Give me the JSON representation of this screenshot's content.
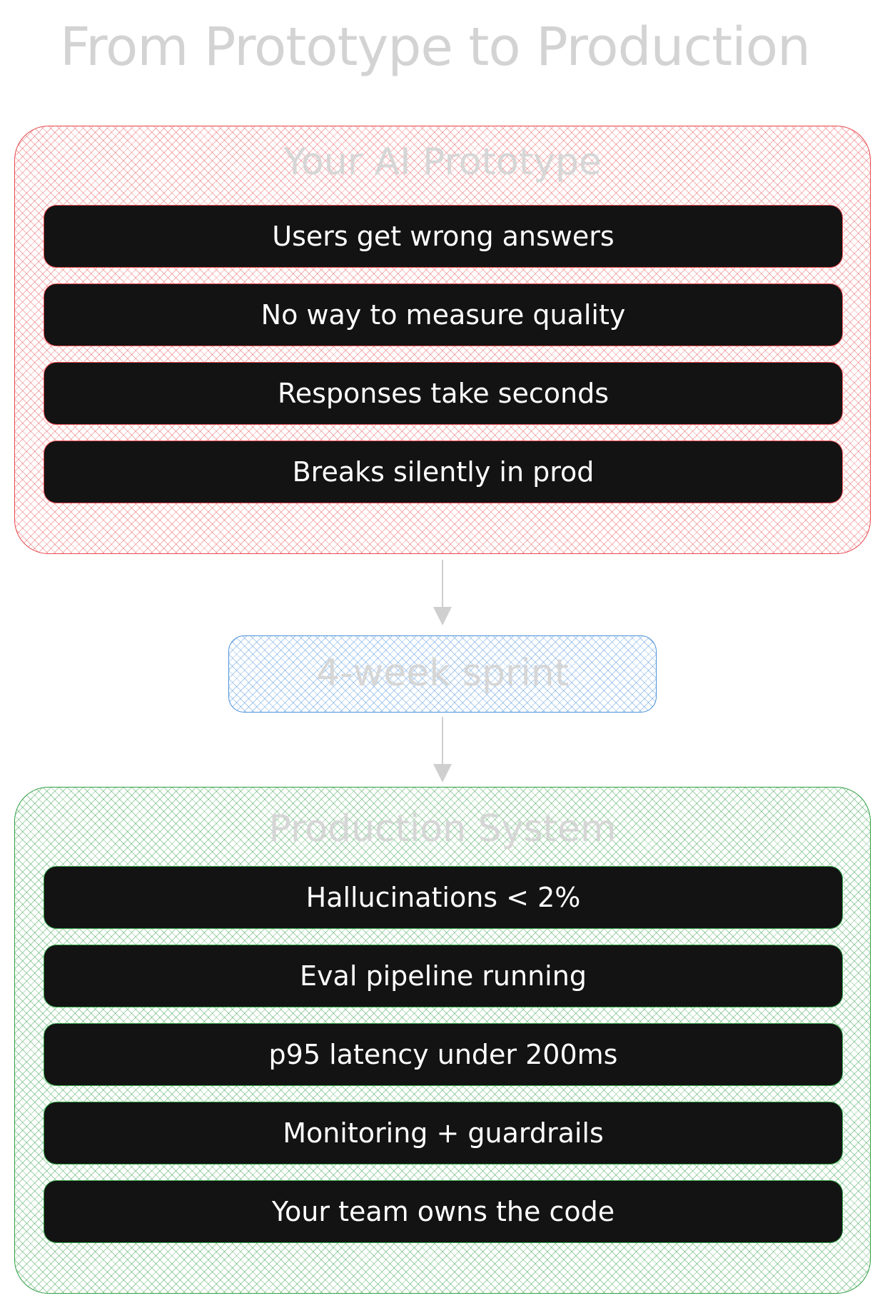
{
  "title": "From Prototype to Production",
  "prototype": {
    "title": "Your AI Prototype",
    "color": "#e5484d",
    "items": [
      "Users get wrong answers",
      "No way to measure quality",
      "Responses take seconds",
      "Breaks silently in prod"
    ]
  },
  "sprint": {
    "label": "4-week sprint",
    "color": "#4a90d9"
  },
  "production": {
    "title": "Production System",
    "color": "#2f9e44",
    "items": [
      "Hallucinations < 2%",
      "Eval pipeline running",
      "p95 latency under 200ms",
      "Monitoring + guardrails",
      "Your team owns the code"
    ]
  },
  "connector_color": "#cfcfcf"
}
